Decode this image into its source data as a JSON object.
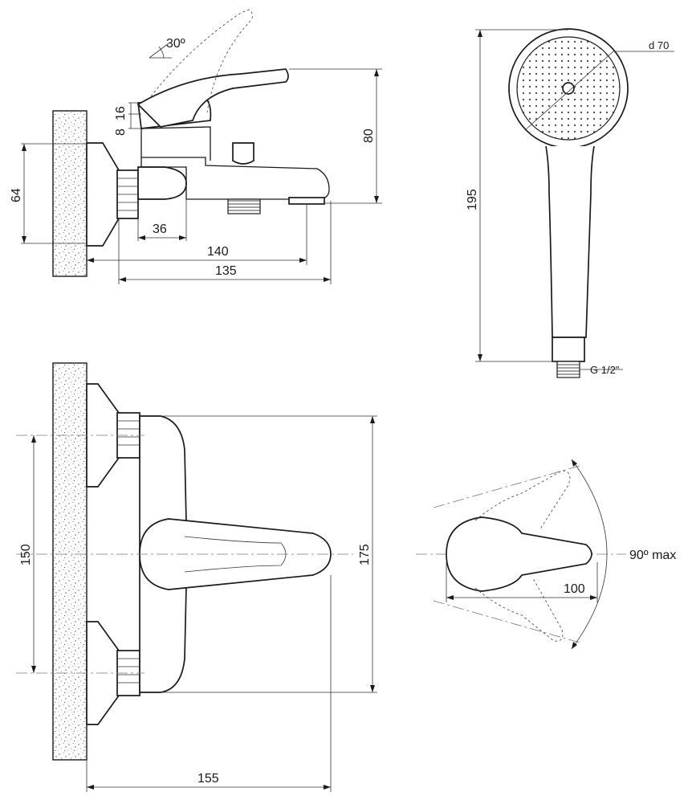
{
  "side_view": {
    "lever_angle": "30º",
    "lever_height_a": "8",
    "lever_height_b": "16",
    "height_total": "80",
    "wall_bracket_height": "64",
    "inlet_offset": "36",
    "length_a": "140",
    "length_b": "135"
  },
  "shower_head": {
    "head_diameter": "d 70",
    "length": "195",
    "thread": "G 1/2\""
  },
  "front_view": {
    "inlet_spacing": "150",
    "body_height": "175",
    "projection": "155"
  },
  "lever_top_view": {
    "rotation": "90º max",
    "lever_length": "100"
  }
}
